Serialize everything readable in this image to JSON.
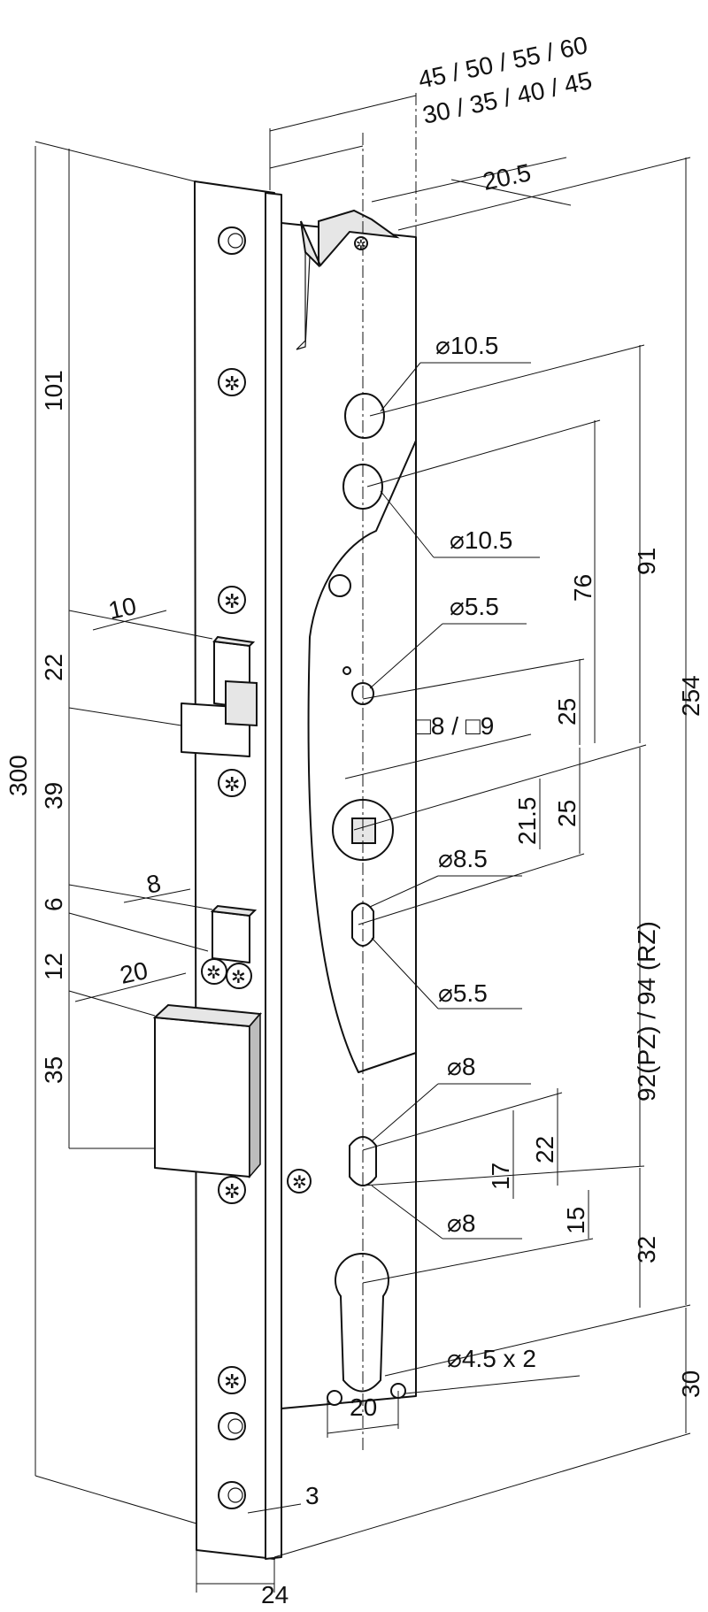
{
  "dimensions": {
    "backset_front": "45 / 50 / 55 / 60",
    "backset_rear": "30 / 35 / 40 / 45",
    "total_height": "300",
    "upper_height": "101",
    "latch_height": "22",
    "bolt_gap": "39",
    "aux_6": "6",
    "aux_12": "12",
    "bolt_height": "35",
    "latch_throw": "10",
    "aux_throw": "8",
    "bolt_throw": "20",
    "top_offset": "20.5",
    "hole_top_1": "⌀10.5",
    "hole_top_2": "⌀10.5",
    "hole_pin_1": "⌀5.5",
    "square": "□8 / □9",
    "hole_85": "⌀8.5",
    "hole_pin_2": "⌀5.5",
    "hole_8_a": "⌀8",
    "hole_8_b": "⌀8",
    "hole_45": "⌀4.5 x 2",
    "dist_91": "91",
    "dist_76": "76",
    "dist_25_a": "25",
    "dist_25_b": "25",
    "dist_215": "21.5",
    "dist_254": "254",
    "dist_pz_rz": "92(PZ) / 94 (RZ)",
    "dist_22": "22",
    "dist_17": "17",
    "dist_15": "15",
    "dist_32": "32",
    "dist_30": "30",
    "cyl_width": "20",
    "face_thickness": "3",
    "face_width": "24"
  }
}
